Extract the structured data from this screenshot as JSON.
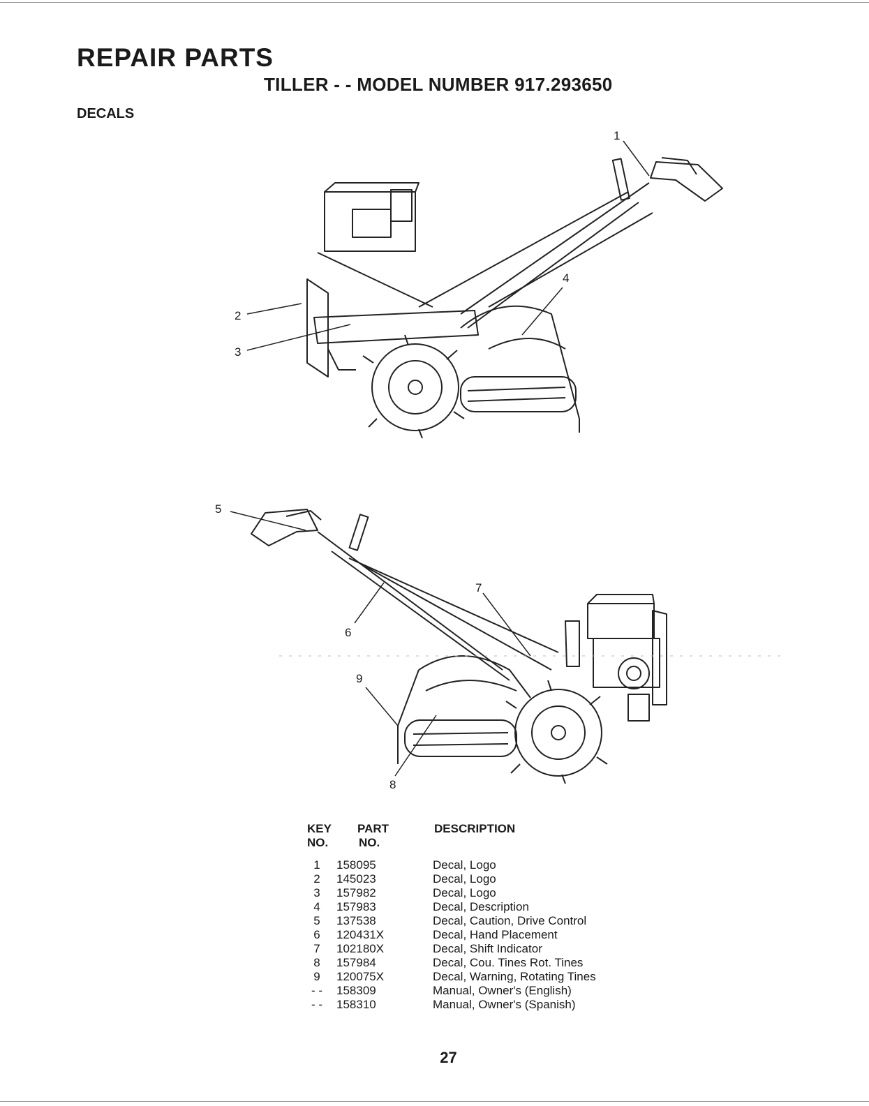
{
  "header": {
    "title": "REPAIR PARTS",
    "subtitle": "TILLER - - MODEL NUMBER 917.293650",
    "section": "DECALS"
  },
  "figures": {
    "top_callouts": [
      "1",
      "2",
      "3",
      "4"
    ],
    "bottom_callouts": [
      "5",
      "6",
      "7",
      "8",
      "9"
    ]
  },
  "parts_table": {
    "headers": {
      "key_line1": "KEY",
      "key_line2": "NO.",
      "part_line1": "PART",
      "part_line2": "NO.",
      "description": "DESCRIPTION"
    },
    "rows": [
      {
        "key": "1",
        "part": "158095",
        "description": "Decal, Logo"
      },
      {
        "key": "2",
        "part": "145023",
        "description": "Decal, Logo"
      },
      {
        "key": "3",
        "part": "157982",
        "description": "Decal, Logo"
      },
      {
        "key": "4",
        "part": "157983",
        "description": "Decal, Description"
      },
      {
        "key": "5",
        "part": "137538",
        "description": "Decal, Caution, Drive Control"
      },
      {
        "key": "6",
        "part": "120431X",
        "description": "Decal, Hand Placement"
      },
      {
        "key": "7",
        "part": "102180X",
        "description": "Decal, Shift Indicator"
      },
      {
        "key": "8",
        "part": "157984",
        "description": "Decal, Cou. Tines Rot. Tines"
      },
      {
        "key": "9",
        "part": "120075X",
        "description": "Decal, Warning, Rotating Tines"
      },
      {
        "key": "- -",
        "part": "158309",
        "description": "Manual, Owner's (English)"
      },
      {
        "key": "- -",
        "part": "158310",
        "description": "Manual, Owner's (Spanish)"
      }
    ]
  },
  "footer": {
    "page_number": "27"
  }
}
